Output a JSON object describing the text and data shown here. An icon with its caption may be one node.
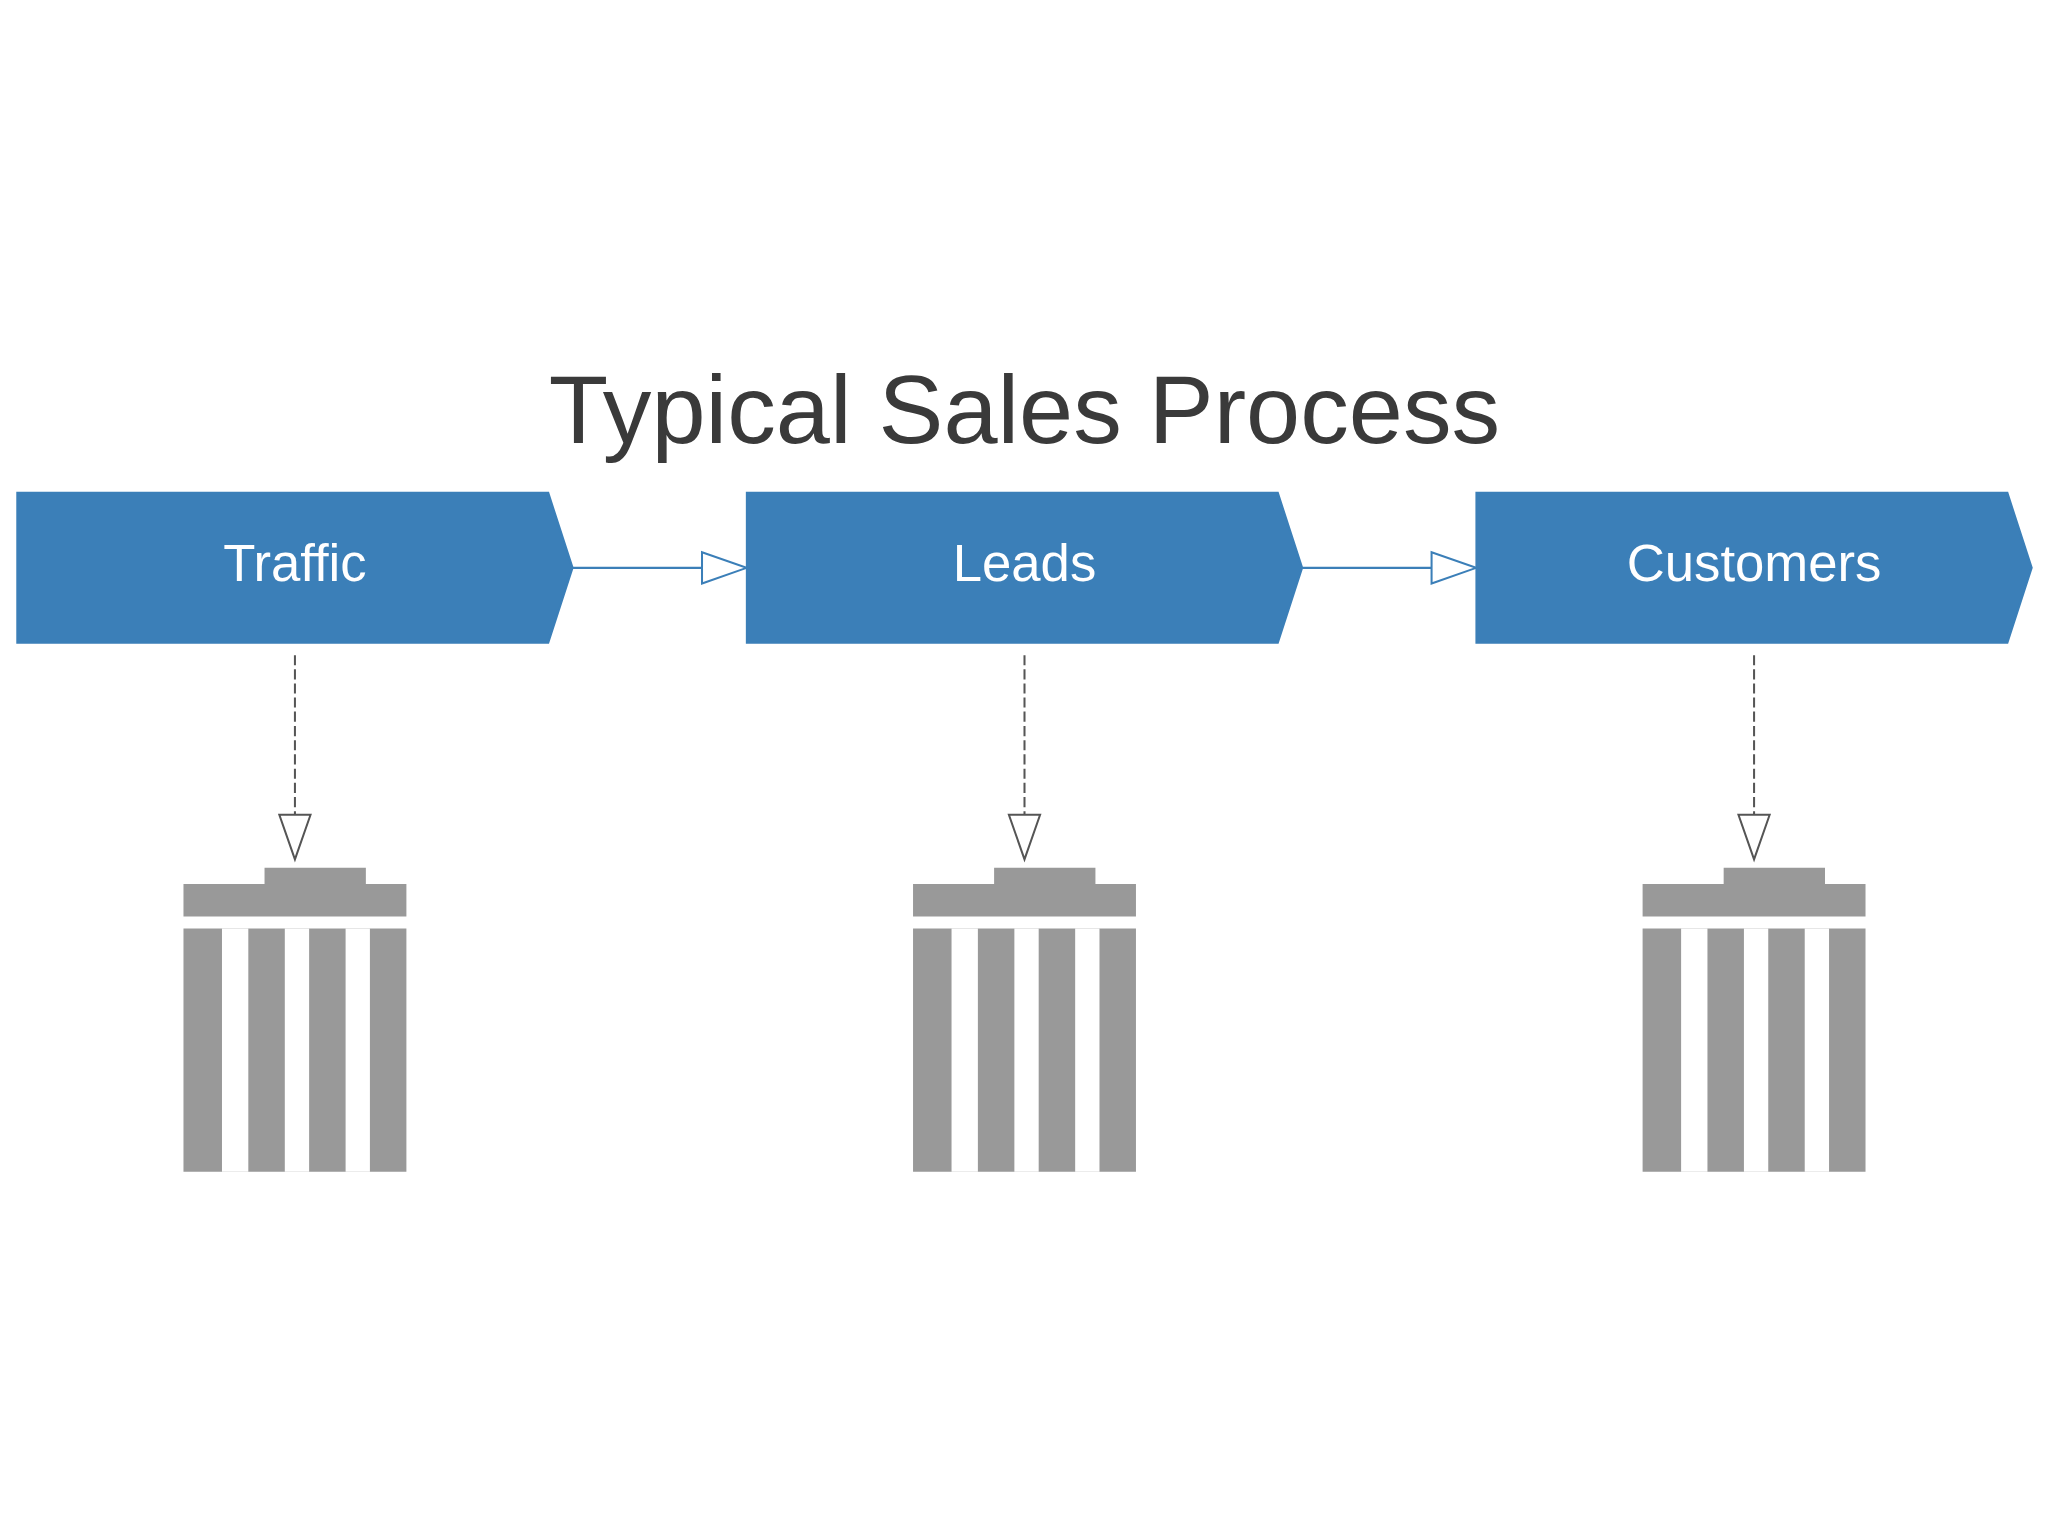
{
  "diagram": {
    "title": "Typical Sales Process",
    "nodes": [
      {
        "text": [
          "Traffic"
        ]
      },
      {
        "text": [
          "Leads"
        ]
      },
      {
        "text": [
          "Customers"
        ]
      },
      {
        "text": [],
        "shape": "bin"
      },
      {
        "text": [],
        "shape": "bin"
      },
      {
        "text": [],
        "shape": "bin"
      }
    ],
    "edges": [
      {
        "from": 0,
        "to": 1,
        "arrow": "to",
        "color": "#3b7fb8"
      },
      {
        "from": 1,
        "to": 2,
        "arrow": "to",
        "color": "#3b7fb8"
      },
      {
        "from": 0,
        "to": 3,
        "arrow": "to",
        "style": "dashed"
      },
      {
        "from": 1,
        "to": 4,
        "arrow": "to",
        "style": "dashed"
      },
      {
        "from": 2,
        "to": 5,
        "arrow": "to",
        "style": "dashed"
      }
    ]
  }
}
